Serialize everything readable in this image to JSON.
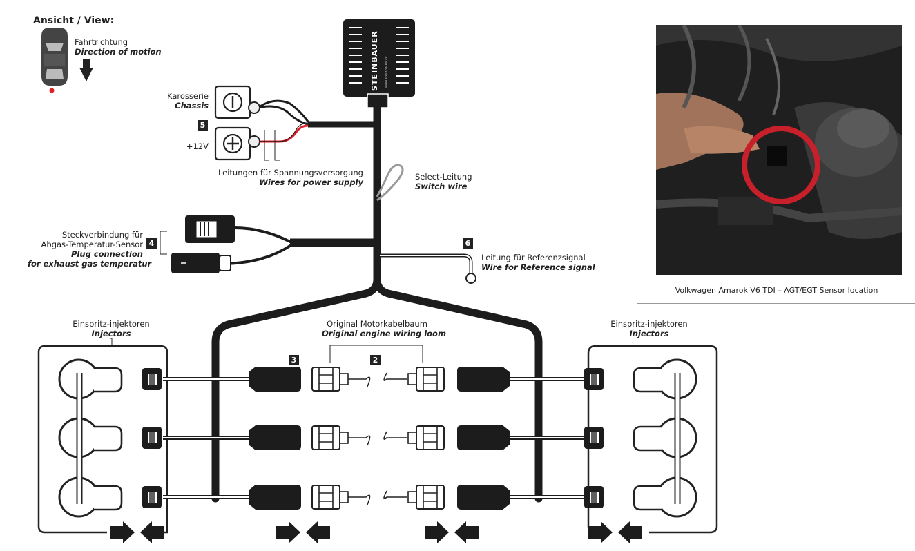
{
  "view": {
    "title": "Ansicht / View:",
    "direction_de": "Fahrtrichtung",
    "direction_en": "Direction of motion"
  },
  "power": {
    "chassis_de": "Karosserie",
    "chassis_en": "Chassis",
    "plus12v": "+12V",
    "badge": "5",
    "wires_de": "Leitungen für Spannungsversorgung",
    "wires_en": "Wires for power supply"
  },
  "module": {
    "brand": "STEINBAUER",
    "url": "www.steinbauer.cc"
  },
  "select": {
    "de": "Select-Leitung",
    "en": "Switch wire"
  },
  "egt": {
    "badge": "4",
    "de1": "Steckverbindung für",
    "de2": "Abgas-Temperatur-Sensor",
    "en1": "Plug connection",
    "en2": "for exhaust gas temperatur"
  },
  "reference": {
    "badge": "6",
    "de": "Leitung für Referenzsignal",
    "en": "Wire for Reference signal"
  },
  "injectors_left": {
    "de": "Einspritz-injektoren",
    "en": "Injectors"
  },
  "injectors_right": {
    "de": "Einspritz-injektoren",
    "en": "Injectors"
  },
  "loom": {
    "de": "Original Motorkabelbaum",
    "en": "Original engine wiring loom",
    "badge3": "3",
    "badge2": "2"
  },
  "photo": {
    "caption": "Volkwagen Amarok V6 TDI – AGT/EGT Sensor  location"
  },
  "colors": {
    "wire": "#1c1c1c",
    "red_wire": "#e01e25",
    "marker": "#e01e25",
    "ring": "#c8202a"
  }
}
